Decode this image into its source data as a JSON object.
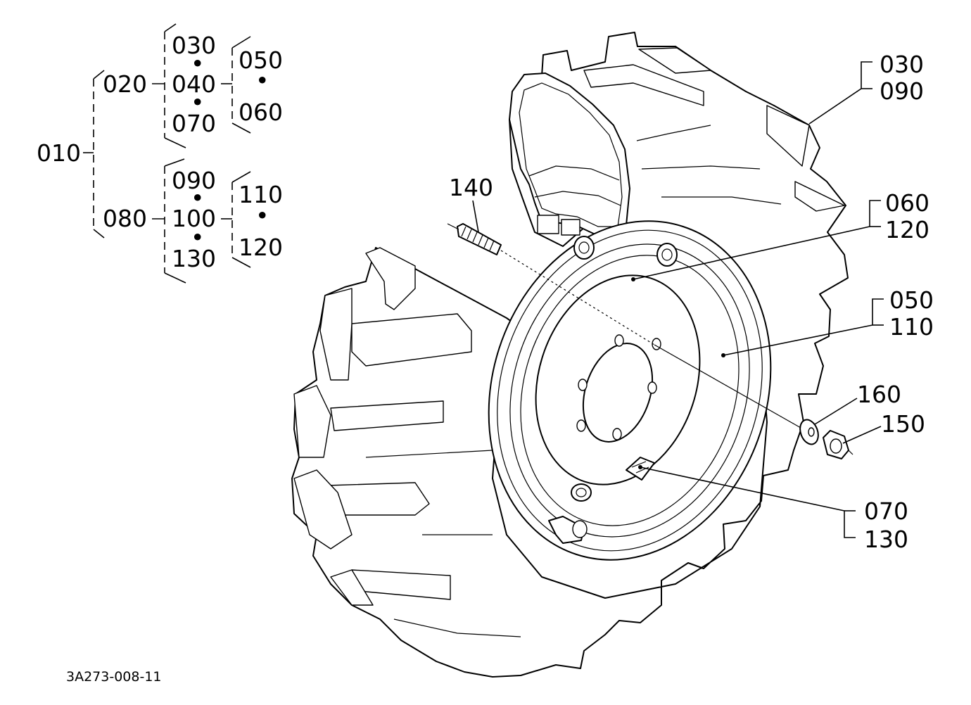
{
  "drawing_code": "3A273-008-11",
  "tree": {
    "root": "010",
    "groups": [
      {
        "label": "020",
        "items": [
          "030",
          "040",
          "070"
        ],
        "sub_items": [
          "050",
          "060"
        ]
      },
      {
        "label": "080",
        "items": [
          "090",
          "100",
          "130"
        ],
        "sub_items": [
          "110",
          "120"
        ]
      }
    ],
    "separator": "•"
  },
  "callouts": [
    {
      "id": "tire",
      "lines": [
        "030",
        "090"
      ]
    },
    {
      "id": "disc",
      "lines": [
        "060",
        "120"
      ]
    },
    {
      "id": "rim",
      "lines": [
        "050",
        "110"
      ]
    },
    {
      "id": "valve",
      "lines": [
        "070",
        "130"
      ]
    },
    {
      "id": "stud",
      "lines": [
        "140"
      ]
    },
    {
      "id": "washer",
      "lines": [
        "160"
      ]
    },
    {
      "id": "nut",
      "lines": [
        "150"
      ]
    }
  ]
}
